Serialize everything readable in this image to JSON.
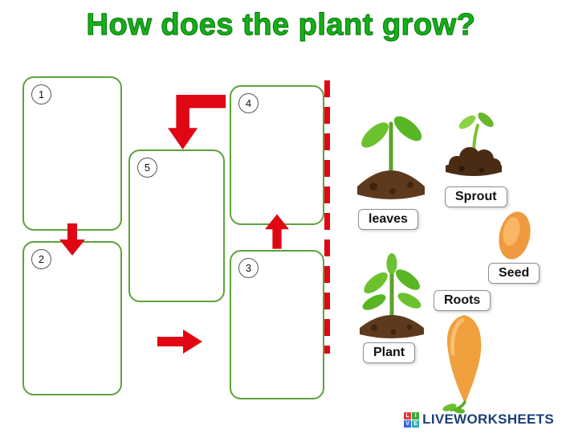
{
  "title": "How does the plant grow?",
  "diagram": {
    "boxes": [
      {
        "number": "1"
      },
      {
        "number": "2"
      },
      {
        "number": "3"
      },
      {
        "number": "4"
      },
      {
        "number": "5"
      }
    ]
  },
  "stages": {
    "leaves": {
      "label": "leaves"
    },
    "sprout": {
      "label": "Sprout"
    },
    "seed": {
      "label": "Seed"
    },
    "roots": {
      "label": "Roots"
    },
    "plant": {
      "label": "Plant"
    }
  },
  "footer": {
    "brand": "LIVEWORKSHEETS",
    "logo_letters": [
      "L",
      "I",
      "V",
      "E"
    ]
  },
  "colors": {
    "title_green": "#15b019",
    "box_border": "#5ba33b",
    "arrow_red": "#e00613",
    "brand_navy": "#1b3f77"
  }
}
